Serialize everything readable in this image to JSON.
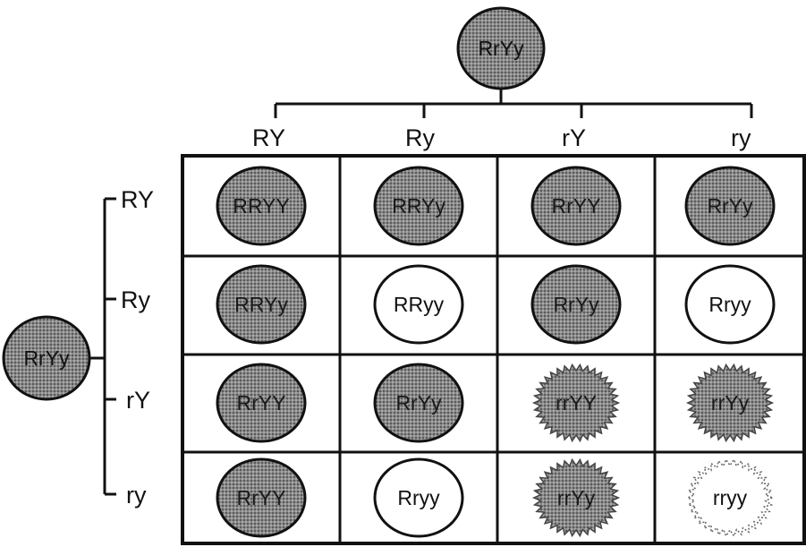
{
  "top_parent": "RrYy",
  "left_parent": "RrYy",
  "top_gametes": [
    "RY",
    "Ry",
    "rY",
    "ry"
  ],
  "left_gametes": [
    "RY",
    "Ry",
    "rY",
    "ry"
  ],
  "grid": [
    [
      {
        "g": "RRYY",
        "fill": "dark",
        "shape": "round"
      },
      {
        "g": "RRYy",
        "fill": "dark",
        "shape": "round"
      },
      {
        "g": "RrYY",
        "fill": "dark",
        "shape": "round"
      },
      {
        "g": "RrYy",
        "fill": "dark",
        "shape": "round"
      }
    ],
    [
      {
        "g": "RRYy",
        "fill": "dark",
        "shape": "round"
      },
      {
        "g": "RRyy",
        "fill": "white",
        "shape": "round"
      },
      {
        "g": "RrYy",
        "fill": "dark",
        "shape": "round"
      },
      {
        "g": "Rryy",
        "fill": "white",
        "shape": "round"
      }
    ],
    [
      {
        "g": "RrYY",
        "fill": "dark",
        "shape": "round"
      },
      {
        "g": "RrYy",
        "fill": "dark",
        "shape": "round"
      },
      {
        "g": "rrYY",
        "fill": "dark",
        "shape": "wrinkled"
      },
      {
        "g": "rrYy",
        "fill": "dark",
        "shape": "wrinkled"
      }
    ],
    [
      {
        "g": "RrYY",
        "fill": "dark",
        "shape": "round"
      },
      {
        "g": "Rryy",
        "fill": "white",
        "shape": "round"
      },
      {
        "g": "rrYy",
        "fill": "dark",
        "shape": "wrinkled"
      },
      {
        "g": "rryy",
        "fill": "white",
        "shape": "wrinkled"
      }
    ]
  ],
  "colors": {
    "dark": "#7d7d7d",
    "white": "#ffffff",
    "ink": "#111111"
  }
}
